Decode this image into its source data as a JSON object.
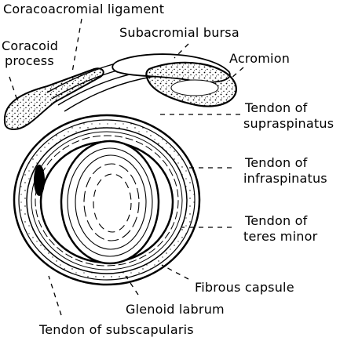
{
  "labels": {
    "coracoacromial_ligament": "Coracoacromial ligament",
    "coracoid_process_line1": "Coracoid",
    "coracoid_process_line2": "process",
    "subacromial_bursa": "Subacromial bursa",
    "acromion": "Acromion",
    "supraspinatus_line1": "Tendon of",
    "supraspinatus_line2": "supraspinatus",
    "infraspinatus_line1": "Tendon of",
    "infraspinatus_line2": "infraspinatus",
    "teres_minor_line1": "Tendon of",
    "teres_minor_line2": "teres minor",
    "fibrous_capsule": "Fibrous capsule",
    "glenoid_labrum": "Glenoid labrum",
    "subscapularis": "Tendon of subscapularis"
  },
  "colors": {
    "ink": "#000000",
    "paper": "#ffffff"
  }
}
